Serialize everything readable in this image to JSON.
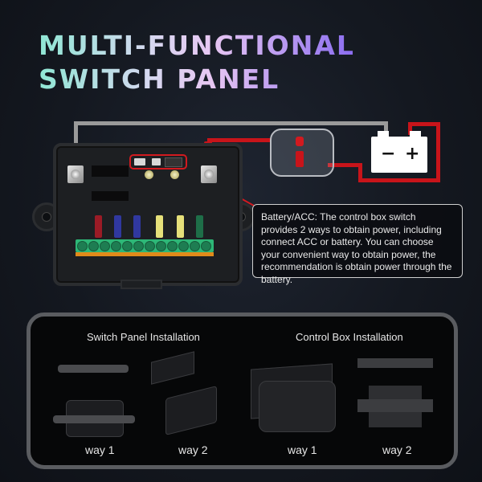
{
  "title": {
    "line1": "MULTI-FUNCTIONAL",
    "line2": "SWITCH PANEL"
  },
  "colors": {
    "title_gradient": [
      "#8fe6d4",
      "#e7c6f2",
      "#8a6cf0"
    ],
    "wire_positive": "#c8141a",
    "wire_negative": "#9a9a9a",
    "highlight": "#d21a1f"
  },
  "diagram": {
    "battery": {
      "minus_symbol": "−",
      "plus_symbol": "+"
    },
    "fuses": [
      {
        "color": "#9b1b26"
      },
      {
        "color": "#3038a0"
      },
      {
        "color": "#3038a0"
      },
      {
        "color": "#e6e07a"
      },
      {
        "color": "#e6e07a"
      },
      {
        "color": "#1e6e48"
      }
    ]
  },
  "callout": {
    "text": "Battery/ACC: The control box switch provides 2 ways to obtain power, including connect ACC or battery. You can choose your convenient way to obtain power, the recommendation is obtain power through the battery."
  },
  "installation": {
    "switch_panel": {
      "title": "Switch Panel Installation",
      "way1": "way 1",
      "way2": "way 2"
    },
    "control_box": {
      "title": "Control Box Installation",
      "way1": "way 1",
      "way2": "way 2"
    }
  }
}
